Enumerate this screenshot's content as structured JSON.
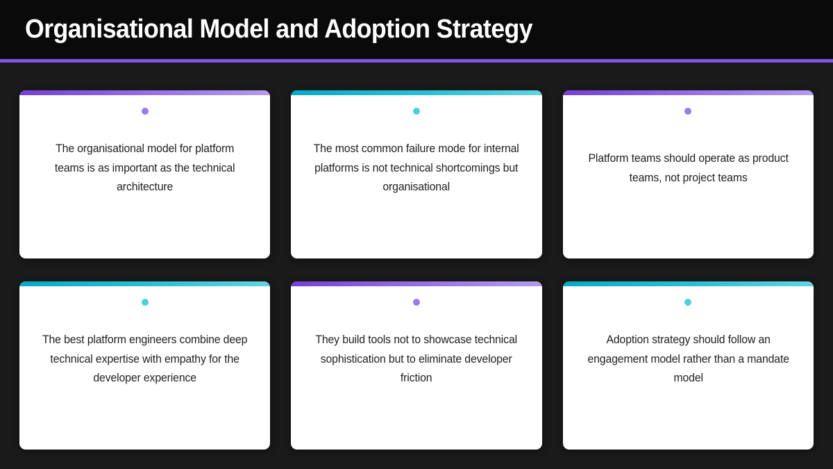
{
  "header": {
    "title": "Organisational Model and Adoption Strategy",
    "accent_color": "#8257e6",
    "background": "#0a0a0a"
  },
  "theme": {
    "slide_background": "#1a1a1a",
    "card_background": "#ffffff",
    "text_color": "#1f1f1f",
    "purple_accent_start": "#7540d6",
    "purple_accent_end": "#b49bee",
    "purple_dot": "#9d7aea",
    "cyan_accent_start": "#07aac4",
    "cyan_accent_end": "#62d4e2",
    "cyan_dot": "#4ecde0"
  },
  "cards": [
    {
      "text": "The organisational model for platform teams is as important as the technical architecture",
      "accent": "purple",
      "dot_icon": "bullet-dot-icon"
    },
    {
      "text": "The most common failure mode for internal platforms is not technical shortcomings but organisational",
      "accent": "cyan",
      "dot_icon": "bullet-dot-icon"
    },
    {
      "text": "Platform teams should operate as product teams, not project teams",
      "accent": "purple",
      "dot_icon": "bullet-dot-icon"
    },
    {
      "text": "The best platform engineers combine deep technical expertise with empathy for the developer experience",
      "accent": "cyan",
      "dot_icon": "bullet-dot-icon"
    },
    {
      "text": "They build tools not to showcase technical sophistication but to eliminate developer friction",
      "accent": "purple",
      "dot_icon": "bullet-dot-icon"
    },
    {
      "text": "Adoption strategy should follow an engagement model rather than a mandate model",
      "accent": "cyan",
      "dot_icon": "bullet-dot-icon"
    }
  ]
}
